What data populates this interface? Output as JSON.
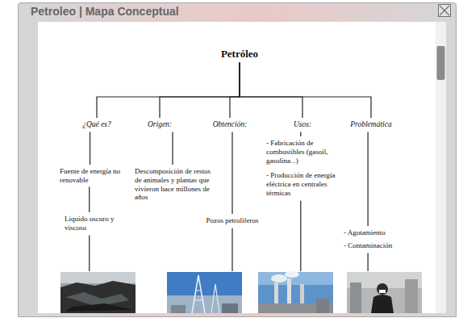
{
  "diagram": {
    "title": "Petroleo | Mapa Conceptual",
    "nodes": [
      {
        "text": [
          "Petróleo"
        ]
      },
      {
        "text": [
          "¿Qué es?"
        ]
      },
      {
        "text": [
          "Origen:"
        ]
      },
      {
        "text": [
          "Obtención:"
        ]
      },
      {
        "text": [
          "Usos:"
        ]
      },
      {
        "text": [
          "Problemática"
        ]
      },
      {
        "text": [
          "Fuente de energía no renovable"
        ]
      },
      {
        "text": [
          "Liquido oscuro y viscoso"
        ]
      },
      {
        "text": [
          "Descomposición de restos de animales y plantas que vivieron hace millones de años"
        ]
      },
      {
        "text": [
          "Pozos petrolíferos"
        ]
      },
      {
        "text": [
          "- Fabricación de combustibles (gasoil, gasolina...)",
          "- Producción de energía eléctrica en centrales térmicas"
        ]
      },
      {
        "text": [
          "- Agotamiento",
          "- Contaminación"
        ]
      }
    ],
    "edges": [
      {
        "from": 0,
        "to": 1,
        "arrow": "none"
      },
      {
        "from": 0,
        "to": 2,
        "arrow": "none"
      },
      {
        "from": 0,
        "to": 3,
        "arrow": "none"
      },
      {
        "from": 0,
        "to": 4,
        "arrow": "none"
      },
      {
        "from": 0,
        "to": 5,
        "arrow": "none"
      },
      {
        "from": 1,
        "to": 6,
        "arrow": "none"
      },
      {
        "from": 6,
        "to": 7,
        "arrow": "none"
      },
      {
        "from": 2,
        "to": 8,
        "arrow": "none"
      },
      {
        "from": 3,
        "to": 9,
        "arrow": "none"
      },
      {
        "from": 4,
        "to": 10,
        "arrow": "none"
      },
      {
        "from": 5,
        "to": 11,
        "arrow": "none"
      }
    ]
  }
}
